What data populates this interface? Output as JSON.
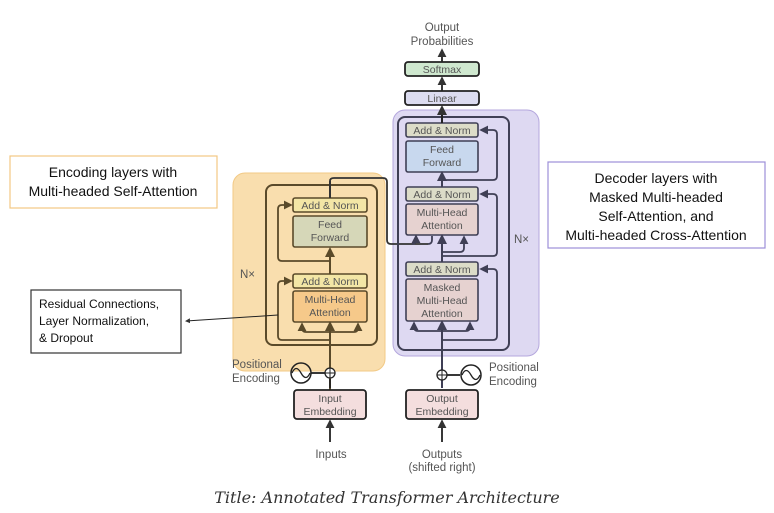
{
  "caption": "Title: Annotated Transformer Architecture",
  "annotations": {
    "encoder": {
      "lines": [
        "Encoding layers with",
        "Multi-headed Self-Attention"
      ],
      "border_color": "#f2c784"
    },
    "residual": {
      "lines": [
        "Residual Connections,",
        "Layer Normalization,",
        "& Dropout"
      ],
      "border_color": "#333333"
    },
    "decoder": {
      "lines": [
        "Decoder layers with",
        "Masked Multi-headed",
        "Self-Attention, and",
        "Multi-headed Cross-Attention"
      ],
      "border_color": "#9c8fd8"
    }
  },
  "encoder": {
    "repeat_label": "N×",
    "highlight_color": "#f9d9a0",
    "add_norm_top": "Add & Norm",
    "feed_forward": [
      "Feed",
      "Forward"
    ],
    "add_norm_bottom": "Add & Norm",
    "attention": [
      "Multi-Head",
      "Attention"
    ],
    "positional": [
      "Positional",
      "Encoding"
    ],
    "embedding": [
      "Input",
      "Embedding"
    ],
    "input_label": "Inputs"
  },
  "decoder": {
    "repeat_label": "N×",
    "highlight_color": "#d9d3f0",
    "add_norm_1": "Add & Norm",
    "feed_forward": [
      "Feed",
      "Forward"
    ],
    "add_norm_2": "Add & Norm",
    "cross_attention": [
      "Multi-Head",
      "Attention"
    ],
    "add_norm_3": "Add & Norm",
    "masked_attention": [
      "Masked",
      "Multi-Head",
      "Attention"
    ],
    "positional": [
      "Positional",
      "Encoding"
    ],
    "embedding": [
      "Output",
      "Embedding"
    ],
    "output_label": [
      "Outputs",
      "(shifted right)"
    ]
  },
  "head": {
    "linear": "Linear",
    "softmax": "Softmax",
    "output": [
      "Output",
      "Probabilities"
    ]
  },
  "colors": {
    "add_norm_enc": "#f3e6a6",
    "add_norm_dec": "#dcdcc8",
    "feed_forward_enc": "#d6d7b8",
    "feed_forward_dec": "#c8d8ee",
    "attention_enc": "#f6c98a",
    "attention_dec": "#e6d2d0",
    "embedding": "#f4dede",
    "linear": "#dcdcf0",
    "softmax": "#cfe8cf"
  }
}
